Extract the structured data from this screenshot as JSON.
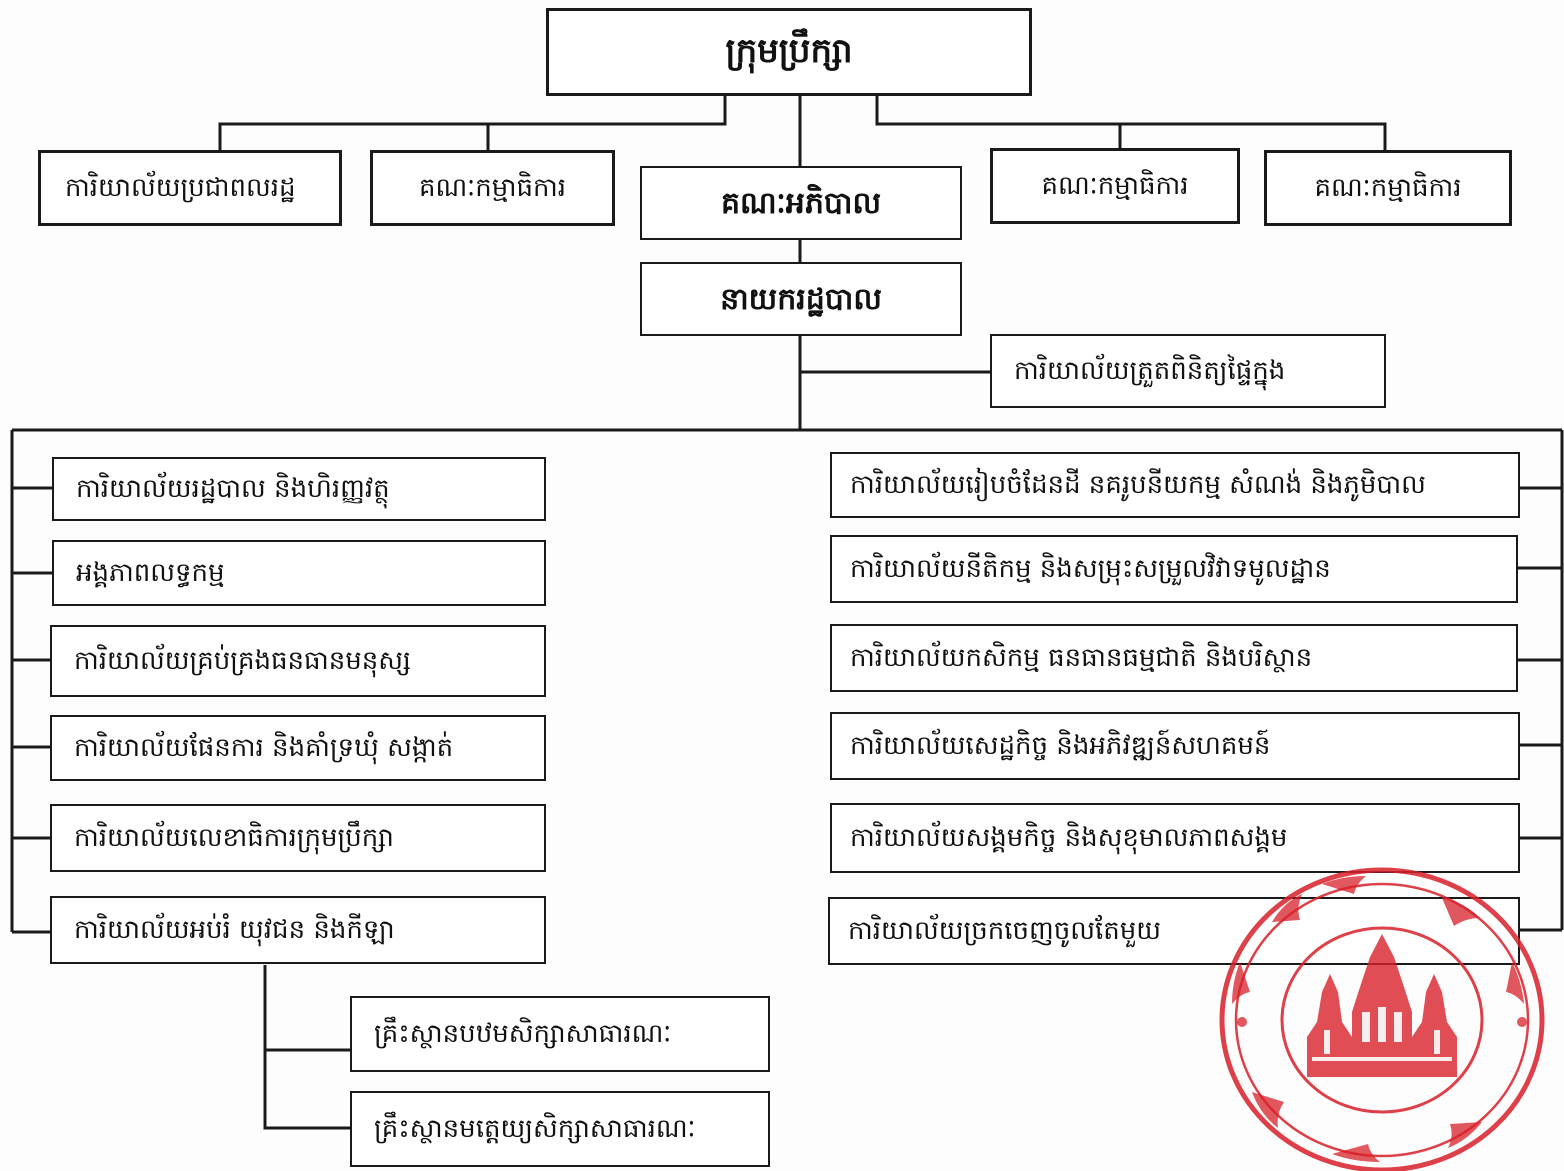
{
  "council": "ក្រុមប្រឹក្សា",
  "top_row": {
    "citizens_office": "ការិយាល័យប្រជាពលរដ្ឋ",
    "committee_1": "គណៈកម្មាធិការ",
    "board": "គណៈអភិបាល",
    "committee_2": "គណៈកម្មាធិការ",
    "committee_3": "គណៈកម្មាធិការ"
  },
  "administrator": "នាយករដ្ឋបាល",
  "internal_audit": "ការិយាល័យត្រួតពិនិត្យផ្ទៃក្នុង",
  "left_offices": [
    "ការិយាល័យរដ្ឋបាល និងហិរញ្ញវត្ថុ",
    "អង្គភាពលទ្ធកម្ម",
    "ការិយាល័យគ្រប់គ្រងធនធានមនុស្ស",
    "ការិយាល័យផែនការ និងគាំទ្រឃុំ សង្កាត់",
    "ការិយាល័យលេខាធិការក្រុមប្រឹក្សា",
    "ការិយាល័យអប់រំ យុវជន និងកីឡា"
  ],
  "schools": [
    "គ្រឹះស្ថានបឋមសិក្សាសាធារណៈ",
    "គ្រឹះស្ថានមត្តេយ្យសិក្សាសាធារណៈ"
  ],
  "right_offices": [
    "ការិយាល័យរៀបចំដែនដី នគរូបនីយកម្ម សំណង់ និងភូមិបាល",
    "ការិយាល័យនីតិកម្ម និងសម្រុះសម្រួលវិវាទមូលដ្ឋាន",
    "ការិយាល័យកសិកម្ម ធនធានធម្មជាតិ និងបរិស្ថាន",
    "ការិយាល័យសេដ្ឋកិច្ច និងអភិវឌ្ឍន៍សហគមន៍",
    "ការិយាល័យសង្គមកិច្ច និងសុខុមាលភាពសង្គម",
    "ការិយាល័យច្រកចេញចូលតែមួយ"
  ],
  "colors": {
    "line": "#1a1a1a",
    "seal": "#d8202a"
  }
}
